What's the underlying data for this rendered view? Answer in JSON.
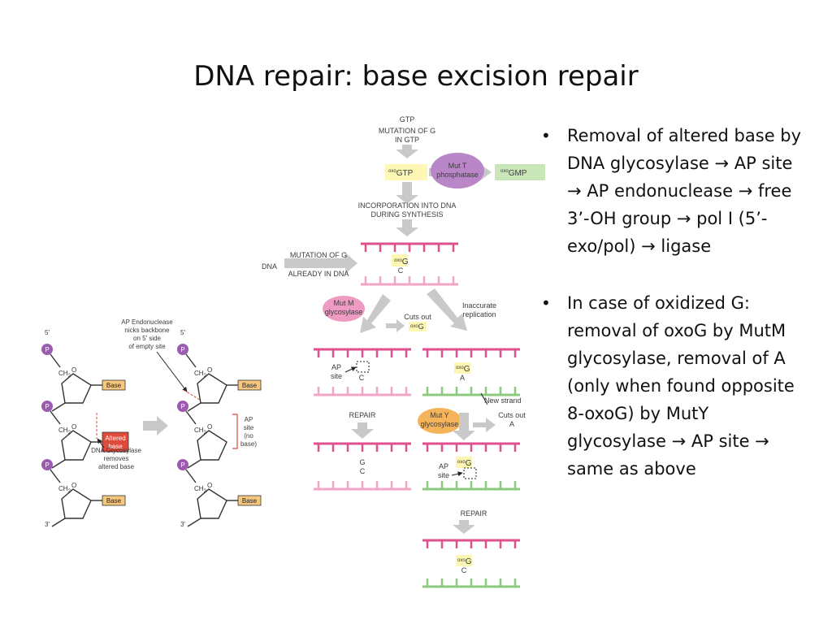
{
  "slide": {
    "title": "DNA repair: base excision repair",
    "bullets": [
      "Removal of altered base by DNA glycosylase → AP site → AP endonuclease → free 3’-OH group → pol I (5’-exo/pol) → ligase",
      "In case of oxidized G: removal of oxoG by MutM glycosylase, removal of A (only when found opposite 8-oxoG) by MutY glycosylase → AP site → same as above"
    ],
    "bullet_glyph": "•"
  },
  "right_figure": {
    "gtp": "GTP",
    "mutation_in_gtp": [
      "MUTATION OF G",
      "IN GTP"
    ],
    "oxo_prefix": "oxo",
    "gtp_suffix": "GTP",
    "gmp_suffix": "GMP",
    "mutt": [
      "Mut T",
      "phosphatase"
    ],
    "incorporation": [
      "INCORPORATION INTO DNA",
      "DURING SYNTHESIS"
    ],
    "dna": "DNA",
    "mutation_already": [
      "MUTATION OF G",
      "ALREADY IN DNA"
    ],
    "base_g": "G",
    "base_c": "C",
    "base_a": "A",
    "mutm": [
      "Mut M",
      "glycosylase"
    ],
    "cuts_out": "Cuts out",
    "inaccurate": [
      "Inaccurate",
      "replication"
    ],
    "ap_site": [
      "AP",
      "site"
    ],
    "new_strand": "New strand",
    "repair": "REPAIR",
    "muty": [
      "Mut Y",
      "glycosylase"
    ]
  },
  "left_figure": {
    "five_prime": "5'",
    "three_prime": "3'",
    "p": "P",
    "ch2": "CH",
    "ch2_sub": "2",
    "o": "O",
    "base": "Base",
    "altered_base": [
      "Altered",
      "base"
    ],
    "glycosylase_note": [
      "DNA Glycosylase",
      "removes",
      "altered base"
    ],
    "endonuclease_note": [
      "AP Endonuclease",
      "nicks backbone",
      "on 5' side",
      "of empty site"
    ],
    "ap_site_note": [
      "AP",
      "site",
      "(no",
      "base)"
    ]
  },
  "colors": {
    "pink_strand": "#e0508f",
    "light_pink_strand": "#f2a6c6",
    "green_strand": "#8cc97f",
    "arrow_gray": "#c9c9c9",
    "yellow_box": "#fdf7b3",
    "green_box": "#c8e6b8",
    "mutt_purple": "#b987c7",
    "mutm_pink": "#ee9bc3",
    "muty_orange": "#f6b45a",
    "phosphate_purple": "#9b5bb0",
    "base_orange": "#f7c77e",
    "altered_red": "#e04a3a"
  }
}
